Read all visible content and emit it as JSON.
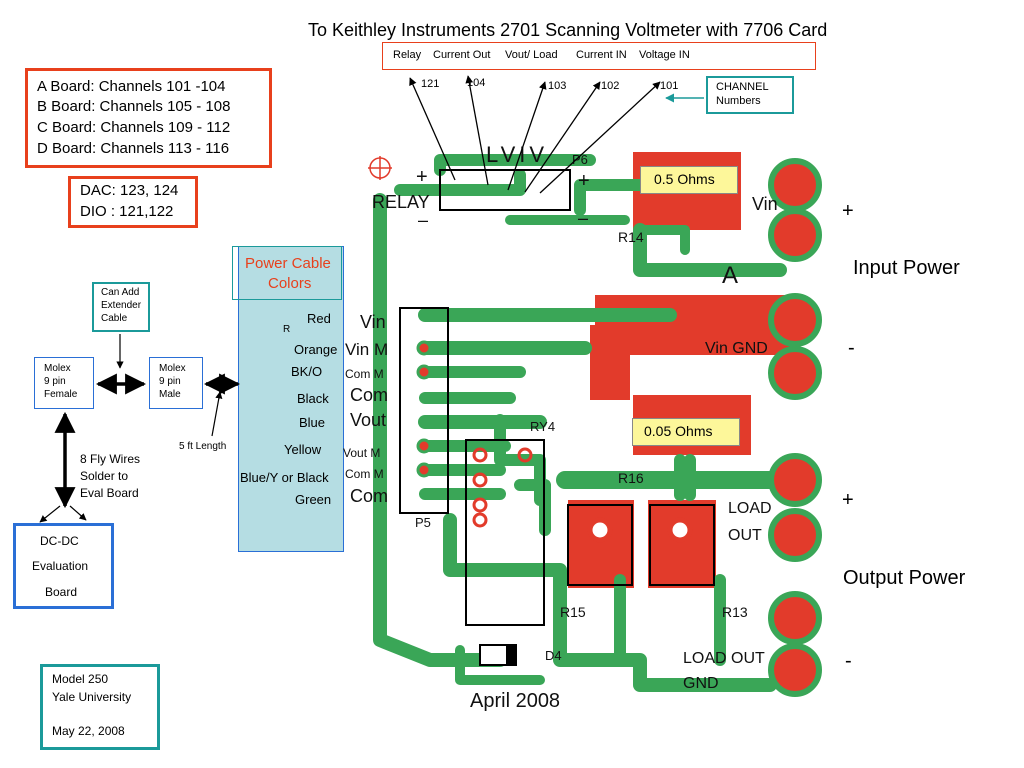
{
  "title": "To Keithley Instruments 2701 Scanning Voltmeter with 7706 Card",
  "header_labels": [
    "Relay",
    "Current Out",
    "Vout/ Load",
    "Current IN",
    "Voltage IN"
  ],
  "channel_numbers": [
    "121",
    "104",
    "103",
    "102",
    "101"
  ],
  "channel_label": [
    "CHANNEL",
    "Numbers"
  ],
  "boards": [
    "A Board: Channels 101 -104",
    "B Board: Channels 105 - 108",
    "C Board: Channels 109 - 112",
    "D Board: Channels 113 - 116"
  ],
  "dac_dio": [
    "DAC: 123, 124",
    "DIO : 121,122"
  ],
  "power_cable": {
    "title": [
      "Power Cable",
      "Colors"
    ],
    "small_r": "R",
    "colors": [
      "Red",
      "Orange",
      "BK/O",
      "Black",
      "Blue",
      "Yellow",
      "Blue/Y or Black",
      "Green"
    ]
  },
  "can_add": [
    "Can Add",
    "Extender",
    "Cable"
  ],
  "molex_female": [
    "Molex",
    "9 pin",
    "Female"
  ],
  "molex_male": [
    "Molex",
    "9 pin",
    "Male"
  ],
  "five_ft": "5 ft Length",
  "fly_wires": [
    "8 Fly Wires",
    "Solder to",
    "Eval Board"
  ],
  "dcdc": [
    "DC-DC",
    "Evaluation",
    "Board"
  ],
  "model": [
    "Model 250",
    "Yale University",
    "",
    "May 22, 2008"
  ],
  "resistors": {
    "r1": "0.5 Ohms",
    "r2": "0.05 Ohms"
  },
  "side_labels": {
    "plus1": "+",
    "input_power": "Input Power",
    "minus1": "-",
    "plus2": "+",
    "output_power": "Output Power",
    "minus2": "-"
  },
  "pcb": {
    "relay_plus": "+",
    "relay": "RELAY",
    "relay_minus": "–",
    "lviv": "LVIV",
    "p6": "P6",
    "p6_plus": "+",
    "p6_minus": "–",
    "vin_right": "Vin",
    "r14": "R14",
    "a": "A",
    "pins": [
      "Vin",
      "Vin M",
      "Com M",
      "Com",
      "Vout",
      "Vout M",
      "Com M",
      "Com"
    ],
    "vin_gnd": "Vin GND",
    "ry4": "RY4",
    "r16": "R16",
    "load_out": [
      "LOAD",
      "OUT"
    ],
    "p5": "P5",
    "r15": "R15",
    "r13": "R13",
    "d4": "D4",
    "load_out_gnd": [
      "LOAD OUT",
      "GND"
    ],
    "date": "April 2008"
  },
  "colors": {
    "accent_red": "#e8401c",
    "teal": "#1b9a9a",
    "blue": "#2a6fd6",
    "pcb_green": "#3aa657",
    "pcb_red": "#e23b2b",
    "cable_fill": "#b5dde3",
    "resistor_label": "#fdf79a"
  }
}
